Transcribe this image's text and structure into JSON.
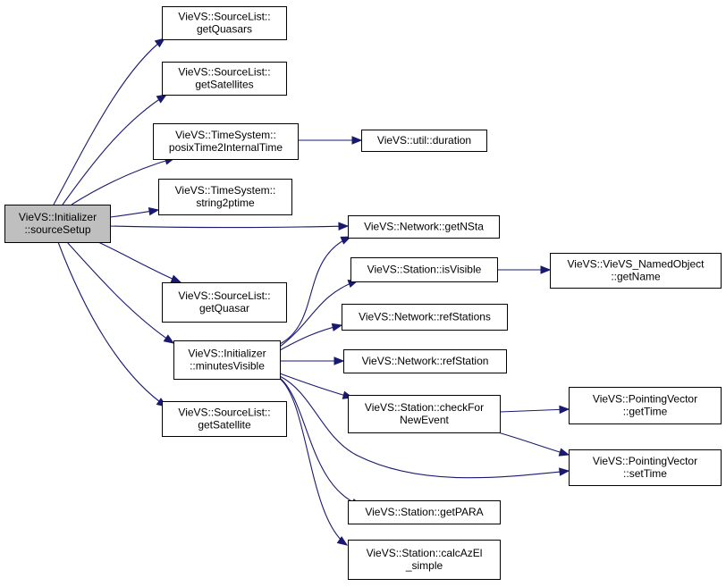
{
  "diagram": {
    "type": "call-graph",
    "nodes": [
      {
        "id": "root",
        "lines": [
          "VieVS::Initializer",
          "::sourceSetup"
        ],
        "highlight": true
      },
      {
        "id": "getQuasars",
        "lines": [
          "VieVS::SourceList::",
          "getQuasars"
        ]
      },
      {
        "id": "getSatellites",
        "lines": [
          "VieVS::SourceList::",
          "getSatellites"
        ]
      },
      {
        "id": "posixTime2InternalTime",
        "lines": [
          "VieVS::TimeSystem::",
          "posixTime2InternalTime"
        ]
      },
      {
        "id": "duration",
        "lines": [
          "VieVS::util::duration"
        ]
      },
      {
        "id": "string2ptime",
        "lines": [
          "VieVS::TimeSystem::",
          "string2ptime"
        ]
      },
      {
        "id": "getNSta",
        "lines": [
          "VieVS::Network::getNSta"
        ]
      },
      {
        "id": "isVisible",
        "lines": [
          "VieVS::Station::isVisible"
        ]
      },
      {
        "id": "getName",
        "lines": [
          "VieVS::VieVS_NamedObject",
          "::getName"
        ]
      },
      {
        "id": "getQuasar",
        "lines": [
          "VieVS::SourceList::",
          "getQuasar"
        ]
      },
      {
        "id": "refStations",
        "lines": [
          "VieVS::Network::refStations"
        ]
      },
      {
        "id": "minutesVisible",
        "lines": [
          "VieVS::Initializer",
          "::minutesVisible"
        ]
      },
      {
        "id": "refStation",
        "lines": [
          "VieVS::Network::refStation"
        ]
      },
      {
        "id": "checkForNewEvent",
        "lines": [
          "VieVS::Station::checkFor",
          "NewEvent"
        ]
      },
      {
        "id": "pvGetTime",
        "lines": [
          "VieVS::PointingVector",
          "::getTime"
        ]
      },
      {
        "id": "getSatellite",
        "lines": [
          "VieVS::SourceList::",
          "getSatellite"
        ]
      },
      {
        "id": "pvSetTime",
        "lines": [
          "VieVS::PointingVector",
          "::setTime"
        ]
      },
      {
        "id": "getPARA",
        "lines": [
          "VieVS::Station::getPARA"
        ]
      },
      {
        "id": "calcAzEl",
        "lines": [
          "VieVS::Station::calcAzEl",
          "_simple"
        ]
      }
    ],
    "edges": [
      {
        "from": "root",
        "to": "getQuasars"
      },
      {
        "from": "root",
        "to": "getSatellites"
      },
      {
        "from": "root",
        "to": "posixTime2InternalTime"
      },
      {
        "from": "root",
        "to": "string2ptime"
      },
      {
        "from": "root",
        "to": "getNSta"
      },
      {
        "from": "root",
        "to": "getQuasar"
      },
      {
        "from": "root",
        "to": "minutesVisible"
      },
      {
        "from": "root",
        "to": "getSatellite"
      },
      {
        "from": "posixTime2InternalTime",
        "to": "duration"
      },
      {
        "from": "minutesVisible",
        "to": "getNSta"
      },
      {
        "from": "minutesVisible",
        "to": "isVisible"
      },
      {
        "from": "minutesVisible",
        "to": "refStations"
      },
      {
        "from": "minutesVisible",
        "to": "refStation"
      },
      {
        "from": "minutesVisible",
        "to": "checkForNewEvent"
      },
      {
        "from": "minutesVisible",
        "to": "pvSetTime"
      },
      {
        "from": "minutesVisible",
        "to": "getPARA"
      },
      {
        "from": "minutesVisible",
        "to": "calcAzEl"
      },
      {
        "from": "isVisible",
        "to": "getName"
      },
      {
        "from": "checkForNewEvent",
        "to": "pvGetTime"
      },
      {
        "from": "checkForNewEvent",
        "to": "pvSetTime"
      }
    ]
  }
}
